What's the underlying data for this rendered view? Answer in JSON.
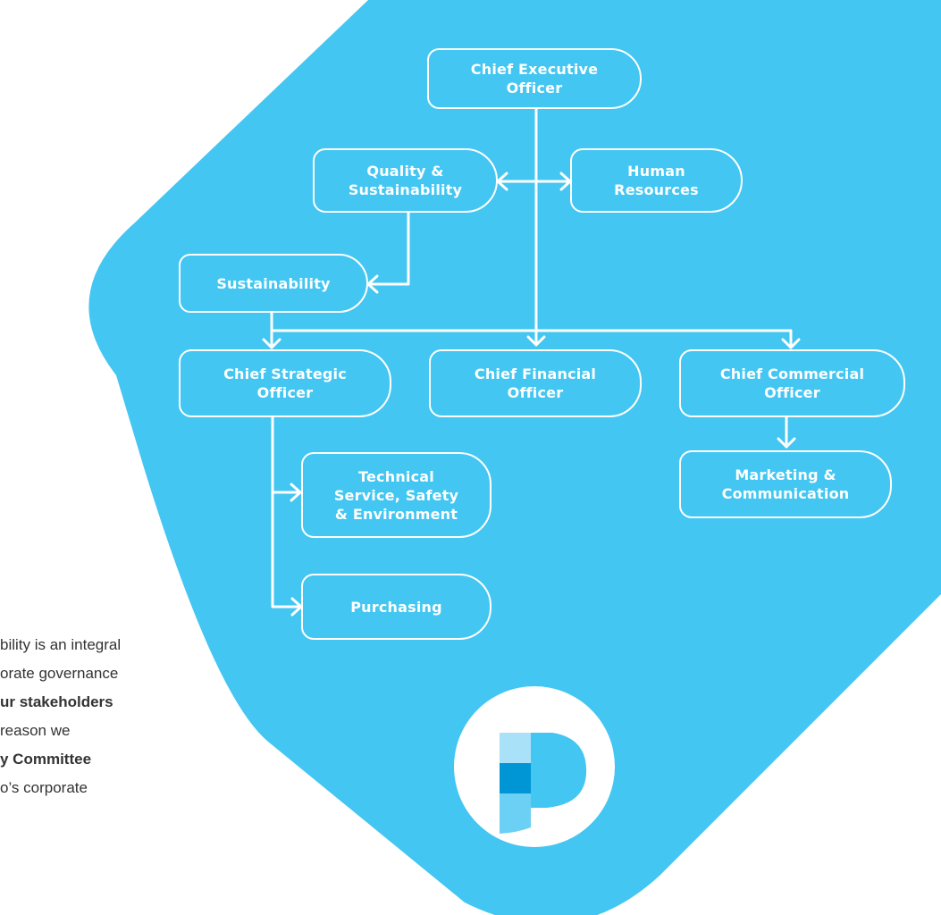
{
  "colors": {
    "background_shape": "#43c6f2",
    "line": "#ffffff",
    "text": "#ffffff"
  },
  "nodes": {
    "ceo": "Chief Executive\nOfficer",
    "quality": "Quality &\nSustainability",
    "hr": "Human\nResources",
    "sustainability": "Sustainability",
    "cso": "Chief Strategic\nOfficer",
    "cfo": "Chief Financial\nOfficer",
    "cco": "Chief Commercial\nOfficer",
    "technical": "Technical\nService, Safety\n& Environment",
    "marketing": "Marketing &\nCommunication",
    "purchasing": "Purchasing"
  },
  "body_text": {
    "line1": "bility is an integral",
    "line2": "orate governance",
    "line3": "ur stakeholders",
    "line4": "reason we",
    "line5": "y Committee",
    "line6": "o’s corporate"
  }
}
